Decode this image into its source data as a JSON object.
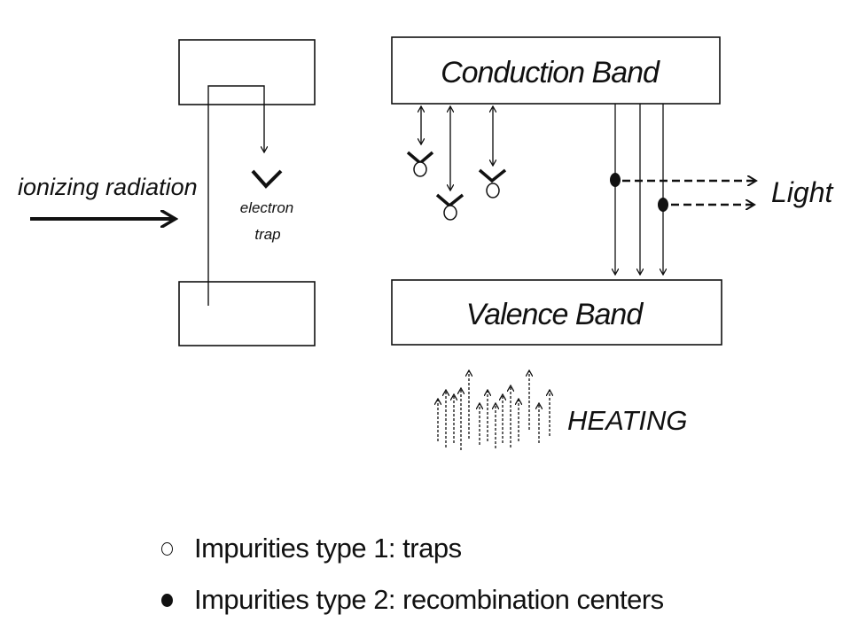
{
  "diagram": {
    "conduction_band_label": "Conduction Band",
    "valence_band_label": "Valence Band",
    "ionizing_radiation_label": "ionizing radiation",
    "electron_trap_label_line1": "electron",
    "electron_trap_label_line2": "trap",
    "light_label": "Light",
    "heating_label": "HEATING"
  },
  "legend": {
    "items": [
      {
        "marker": "open-circle",
        "label": "Impurities type 1: traps"
      },
      {
        "marker": "filled-circle",
        "label": "Impurities type 2: recombination centers"
      }
    ]
  },
  "colors": {
    "ink": "#111111",
    "background": "#ffffff"
  }
}
